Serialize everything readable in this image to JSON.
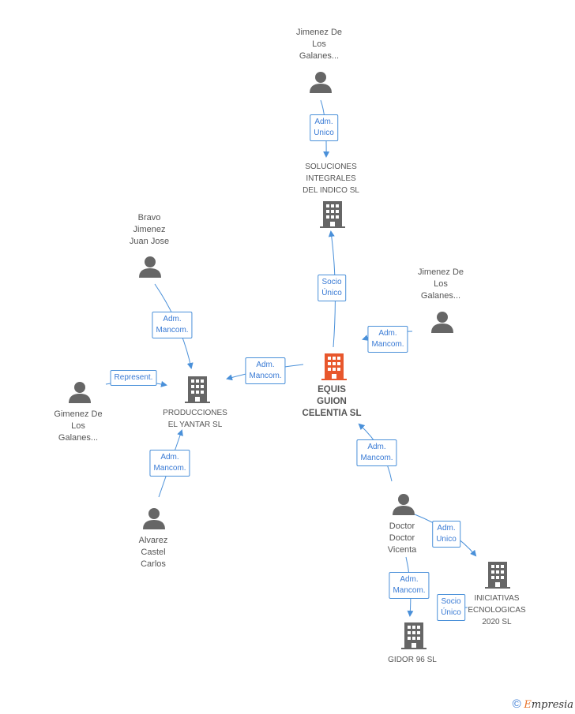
{
  "nodes": [
    {
      "id": "equis",
      "type": "company",
      "highlight": true,
      "label": "EQUIS\nGUION\nCELENTIA SL"
    },
    {
      "id": "soluciones",
      "type": "company",
      "label": "SOLUCIONES\nINTEGRALES\nDEL INDICO SL"
    },
    {
      "id": "producciones",
      "type": "company",
      "label": "PRODUCCIONES\nEL YANTAR SL"
    },
    {
      "id": "iniciativas",
      "type": "company",
      "label": "INICIATIVAS\nECNOLOGICAS\n2020 SL"
    },
    {
      "id": "gidor",
      "type": "company",
      "label": "GIDOR 96 SL"
    },
    {
      "id": "jimenez_top",
      "type": "person",
      "label": "Jimenez De\nLos\nGalanes..."
    },
    {
      "id": "jimenez_right",
      "type": "person",
      "label": "Jimenez De\nLos\nGalanes..."
    },
    {
      "id": "bravo",
      "type": "person",
      "label": "Bravo\nJimenez\nJuan Jose"
    },
    {
      "id": "gimenez",
      "type": "person",
      "label": "Gimenez De\nLos\nGalanes..."
    },
    {
      "id": "alvarez",
      "type": "person",
      "label": "Alvarez\nCastel\nCarlos"
    },
    {
      "id": "doctor",
      "type": "person",
      "label": "Doctor\nDoctor\nVicenta"
    }
  ],
  "edges": [
    {
      "id": "e1",
      "label": "Adm.\nUnico"
    },
    {
      "id": "e2",
      "label": "Socio\nÚnico"
    },
    {
      "id": "e3",
      "label": "Adm.\nMancom."
    },
    {
      "id": "e4",
      "label": "Adm.\nMancom."
    },
    {
      "id": "e5",
      "label": "Adm.\nMancom."
    },
    {
      "id": "e6",
      "label": "Represent."
    },
    {
      "id": "e7",
      "label": "Adm.\nMancom."
    },
    {
      "id": "e8",
      "label": "Adm.\nMancom."
    },
    {
      "id": "e9",
      "label": "Adm.\nUnico"
    },
    {
      "id": "e10",
      "label": "Adm.\nMancom."
    },
    {
      "id": "e11",
      "label": "Socio\nÚnico"
    }
  ],
  "colors": {
    "company": "#666666",
    "highlight": "#e8572c",
    "edge": "#4a90d9",
    "person": "#666666"
  },
  "brand": {
    "symbol": "©",
    "name": "mpresia",
    "initial": "E"
  }
}
